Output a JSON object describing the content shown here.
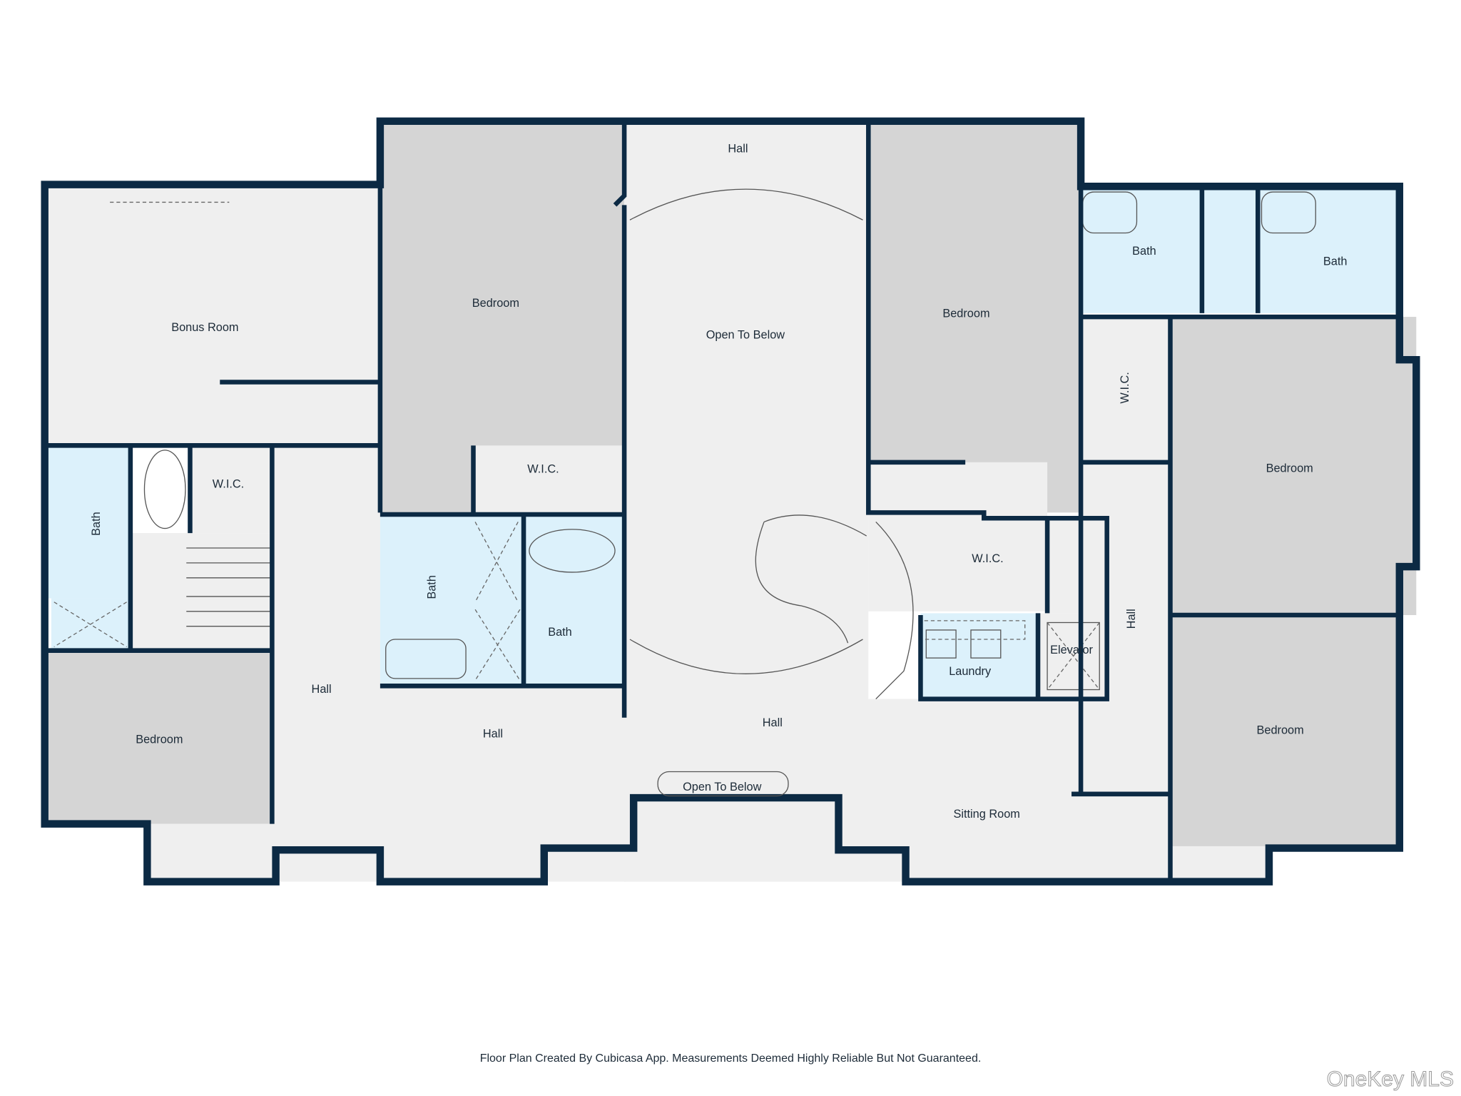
{
  "rooms": {
    "bonus_room": "Bonus Room",
    "bedroom_1": "Bedroom",
    "bedroom_2": "Bedroom",
    "bedroom_3": "Bedroom",
    "bedroom_4": "Bedroom",
    "bedroom_5": "Bedroom",
    "hall_top": "Hall",
    "hall_left": "Hall",
    "hall_center_left": "Hall",
    "hall_center": "Hall",
    "hall_right": "Hall",
    "open_to_below_main": "Open To Below",
    "open_to_below_small": "Open To Below",
    "bath_top_1": "Bath",
    "bath_top_2": "Bath",
    "bath_left": "Bath",
    "bath_center_1": "Bath",
    "bath_center_2": "Bath",
    "wic_left": "W.I.C.",
    "wic_center": "W.I.C.",
    "wic_right_center": "W.I.C.",
    "wic_right": "W.I.C.",
    "laundry": "Laundry",
    "elevator": "Elevator",
    "sitting_room": "Sitting Room"
  },
  "footer": {
    "disclaimer": "Floor Plan Created By Cubicasa App. Measurements Deemed Highly Reliable But Not Guaranteed.",
    "watermark": "OneKey MLS"
  },
  "colors": {
    "wall": "#0c2a44",
    "floor": "#efefef",
    "bedroom": "#d5d5d5",
    "wet_room": "#dcf1fb"
  }
}
